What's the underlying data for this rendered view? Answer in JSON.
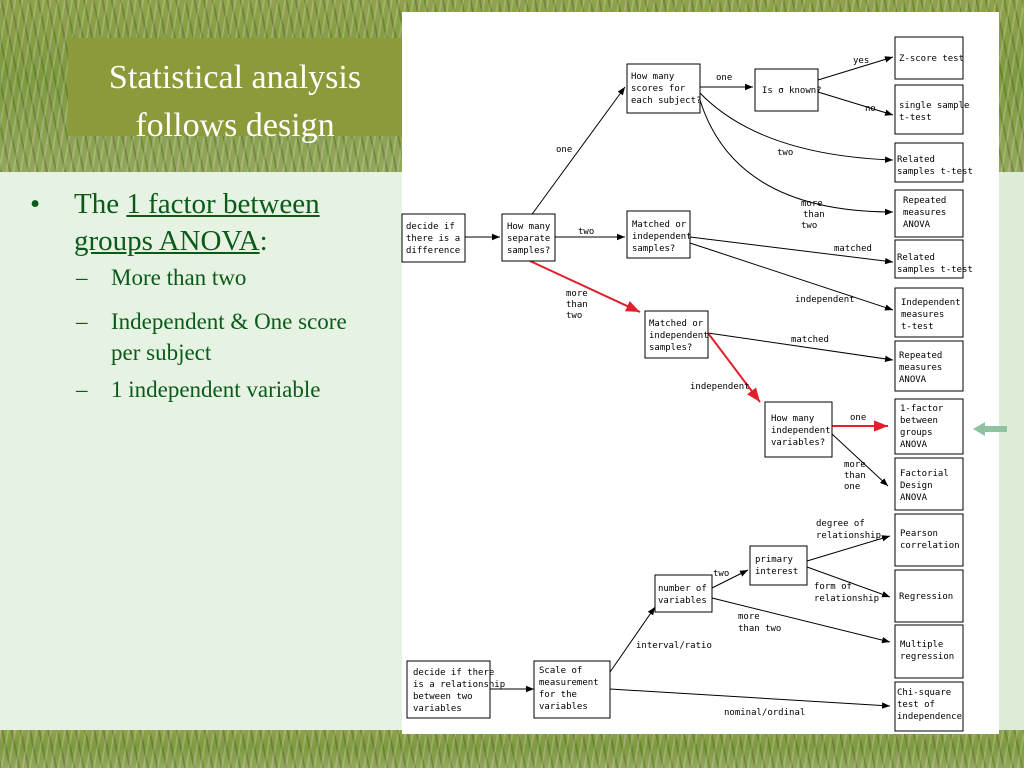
{
  "slide": {
    "title_line1": "Statistical analysis",
    "title_line2": "follows design",
    "bullet_prefix": "The ",
    "bullet_link": "1 factor between groups ANOVA",
    "bullet_suffix": ":",
    "subs": [
      "More than two",
      "Independent & One score per subject",
      "1 independent variable"
    ]
  },
  "diagram": {
    "boxes": {
      "decide_diff": [
        "decide if",
        "there is a",
        "difference"
      ],
      "how_many_samples": [
        "How many",
        "separate",
        "samples?"
      ],
      "scores_per_subject": [
        "How many",
        "scores for",
        "each subject?"
      ],
      "sigma_known": [
        "Is σ known?"
      ],
      "z_test": [
        "Z-score test"
      ],
      "single_t": [
        "single sample",
        "t-test"
      ],
      "related_t1": [
        "Related",
        "samples t-test"
      ],
      "rm_anova1": [
        "Repeated",
        "measures",
        "ANOVA"
      ],
      "matched_two": [
        "Matched or",
        "independent",
        "samples?"
      ],
      "related_t2": [
        "Related",
        "samples t-test"
      ],
      "indep_t": [
        "Independent",
        "measures",
        "t-test"
      ],
      "matched_more": [
        "Matched or",
        "independent",
        "samples?"
      ],
      "rm_anova2": [
        "Repeated",
        "measures",
        "ANOVA"
      ],
      "how_many_iv": [
        "How many",
        "independent",
        "variables?"
      ],
      "one_factor": [
        "1-factor",
        "between",
        "groups",
        "ANOVA"
      ],
      "factorial": [
        "Factorial",
        "Design",
        "ANOVA"
      ],
      "pearson": [
        "Pearson",
        "correlation"
      ],
      "primary_interest": [
        "primary",
        "interest"
      ],
      "regression": [
        "Regression"
      ],
      "num_vars": [
        "number of",
        "variables"
      ],
      "multiple_reg": [
        "Multiple",
        "regression"
      ],
      "decide_rel": [
        "decide if there",
        "is a relationship",
        "between two",
        "variables"
      ],
      "scale": [
        "Scale of",
        "measurement",
        "for the",
        "variables"
      ],
      "chi_square": [
        "Chi-square",
        "test of",
        "independence"
      ]
    },
    "labels": {
      "one_a": "one",
      "one_b": "one",
      "yes": "yes",
      "no": "no",
      "two_a": "two",
      "more_than_two_a": [
        "more",
        "than",
        "two"
      ],
      "two_b": "two",
      "matched_a": "matched",
      "independent_a": "independent",
      "more_than_two_b": [
        "more",
        "than",
        "two"
      ],
      "matched_b": "matched",
      "independent_b": "independent",
      "one_c": "one",
      "more_than_one": [
        "more",
        "than",
        "one"
      ],
      "degree_of_relationship": [
        "degree of",
        "relationship"
      ],
      "two_c": "two",
      "form_of_relationship": [
        "form of",
        "relationship"
      ],
      "more_than_two_c": [
        "more",
        "than two"
      ],
      "interval_ratio": "interval/ratio",
      "nominal_ordinal": "nominal/ordinal"
    }
  }
}
